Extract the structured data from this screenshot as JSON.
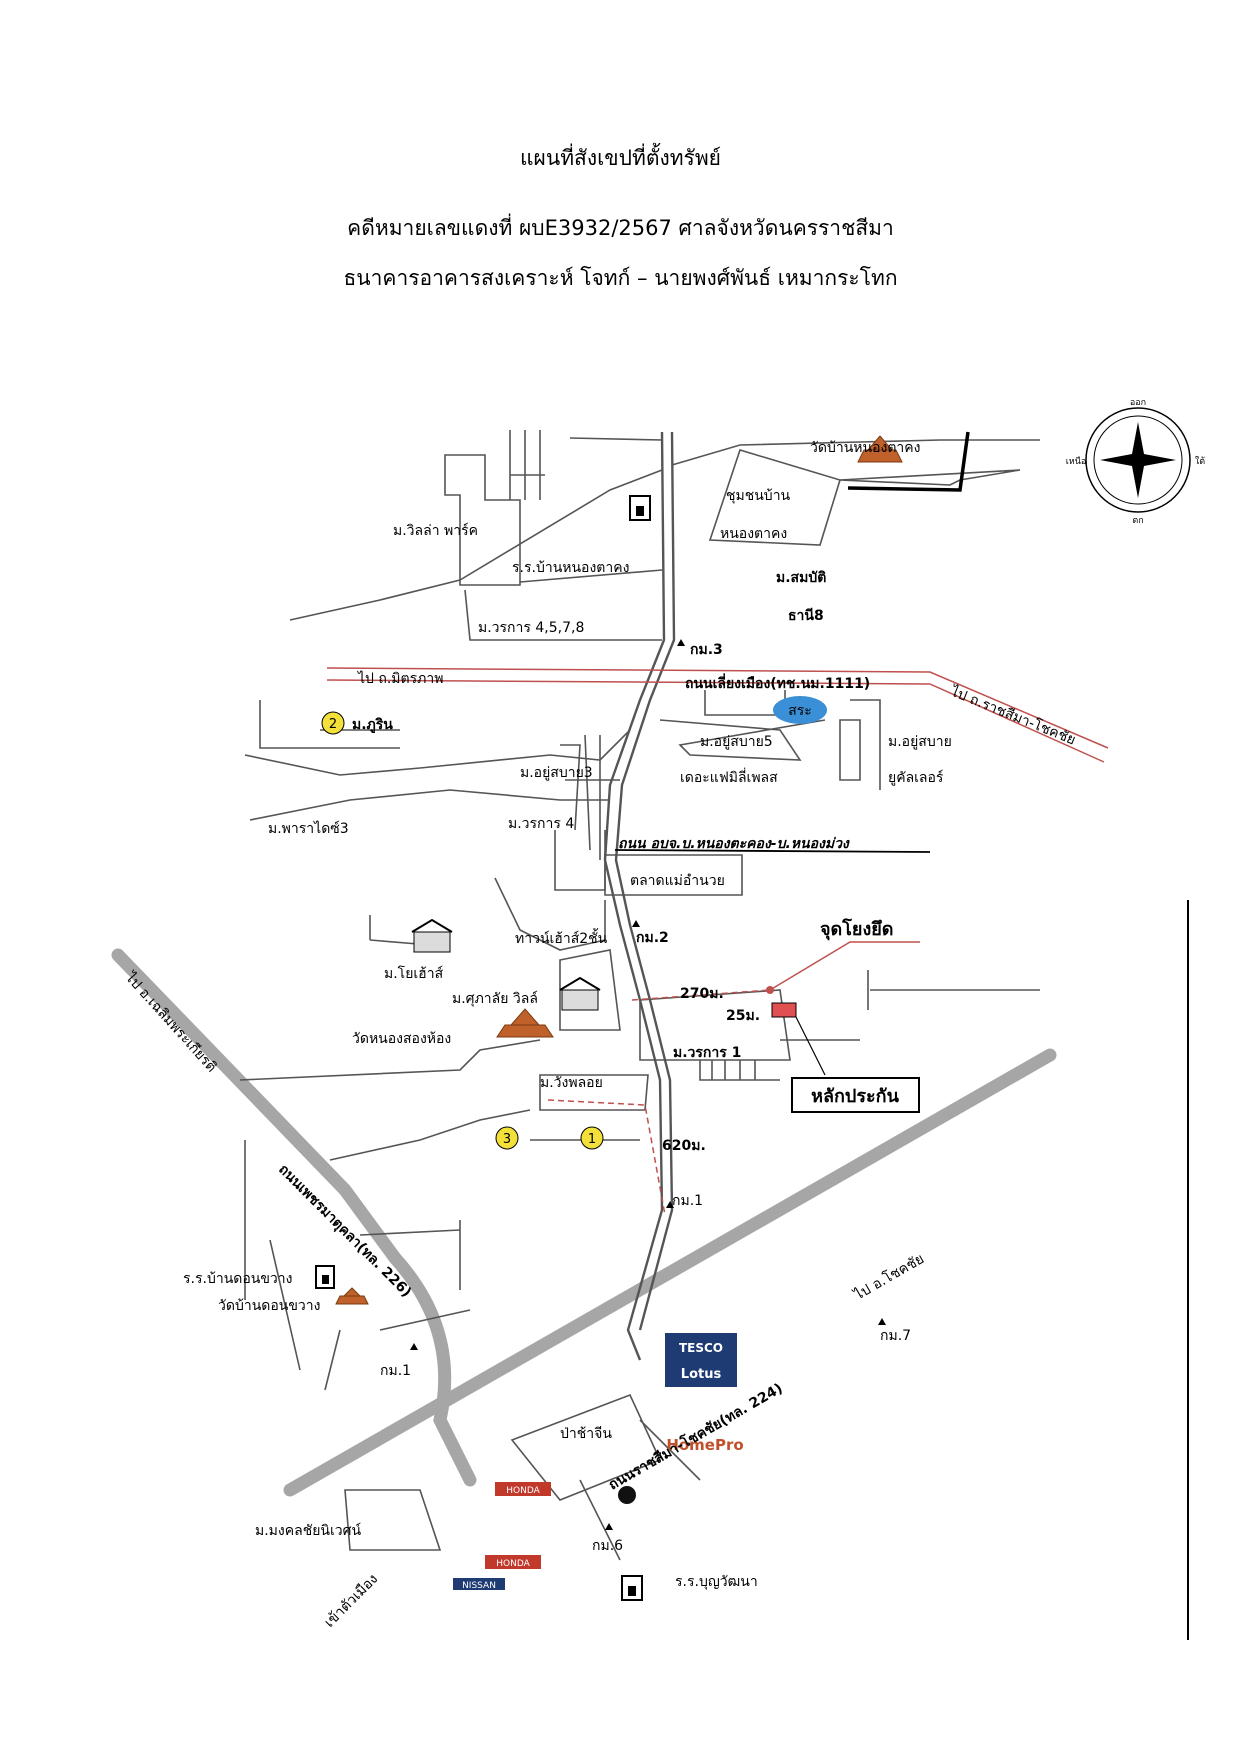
{
  "header": {
    "title": "แผนที่สังเขปที่ตั้งทรัพย์",
    "case_line": "คดีหมายเลขแดงที่ ผบE3932/2567 ศาลจังหวัดนครราชสีมา",
    "parties_line": "ธนาคารอาคารสงเคราะห์ โจทก์ – นายพงศ์พันธ์  เหมากระโทก"
  },
  "map": {
    "labels": {
      "wat_nong_takhong": "วัดบ้านหนองตาคง",
      "community_1": "ชุมชนบ้าน",
      "community_2": "หนองตาคง",
      "villa_park": "ม.วิลล่า พาร์ค",
      "school_nong_takhong": "ร.ร.บ้านหนองตาคง",
      "sombat_1": "ม.สมบัติ",
      "sombat_2": "ธานี8",
      "worakan_4578": "ม.วรการ 4,5,7,8",
      "km3": "กม.3",
      "to_mittraphap": "ไป ถ.มิตรภาพ",
      "bypass_road": "ถนนเลี่ยงเมือง(ทช.นม.1111)",
      "to_ratchasima": "ไป ถ.ราชสีมา-โชคชัย",
      "pond": "สระ",
      "phurin": "ม.ภูริน",
      "yoosabai5": "ม.อยู่สบาย5",
      "family_place": "เดอะแฟมิลี่เพลส",
      "yoosabai_1": "ม.อยู่สบาย",
      "yoosabai_2": "ยูคัลเลอร์",
      "yoosabai3": "ม.อยู่สบาย3",
      "paradise3": "ม.พาราไดซ์3",
      "worakan4": "ม.วรการ 4",
      "road_local": "ถนน อบจ.บ.หนองตะคอง-บ.หนองม่วง",
      "market": "ตลาดแม่อำนวย",
      "townhouse": "ทาวน์เฮ้าส์2ชั้น",
      "km2": "กม.2",
      "seize_point": "จุดโยงยึด",
      "home_hills": "ม.โยเฮ้าส์",
      "to_chaloem": "ไป อ.เฉลิมพระเกียรติ",
      "supalai": "ม.ศุภาลัย วิลล์",
      "dist_270": "270ม.",
      "dist_25": "25ม.",
      "wat_song_hong": "วัดหนองสองห้อง",
      "worakan1": "ม.วรการ 1",
      "wang_phon": "ม.วังพลอย",
      "collateral": "หลักประกัน",
      "dist_620": "620ม.",
      "km1_main": "กม.1",
      "road_phet": "ถนนเพชรมาตุคลา(ทล. 226)",
      "school_don_khwang": "ร.ร.บ้านดอนขวาง",
      "wat_don_khwang": "วัดบ้านดอนขวาง",
      "to_chokchai": "ไป อ.โชคชัย",
      "km7": "กม.7",
      "km1_left": "กม.1",
      "pacha_chin": "ป่าช้าจีน",
      "road_ratchasima": "ถนนราชสีมา-โชคชัย(ทล. 224)",
      "homepro": "HomePro",
      "tesco": "TESCO",
      "lotus": "Lotus",
      "mongkhon": "ม.มงคลชัยนิเวศน์",
      "km6": "กม.6",
      "school_bunwatthana": "ร.ร.บุญวัฒนา",
      "to_city": "เข้าตัวเมือง",
      "honda": "HONDA",
      "nissan": "NISSAN",
      "marker1": "1",
      "marker2": "2",
      "marker3": "3",
      "compass_n": "ออก",
      "compass_s": "ตก",
      "compass_e": "ใต้",
      "compass_w": "เหนือ"
    },
    "colors": {
      "highway": "#c0504d",
      "dashed": "#c0504d",
      "pond": "#3b8fd6",
      "marker": "#f3e13a",
      "gray_road": "#a6a6a6",
      "tesco_blue": "#1f3b73"
    }
  }
}
